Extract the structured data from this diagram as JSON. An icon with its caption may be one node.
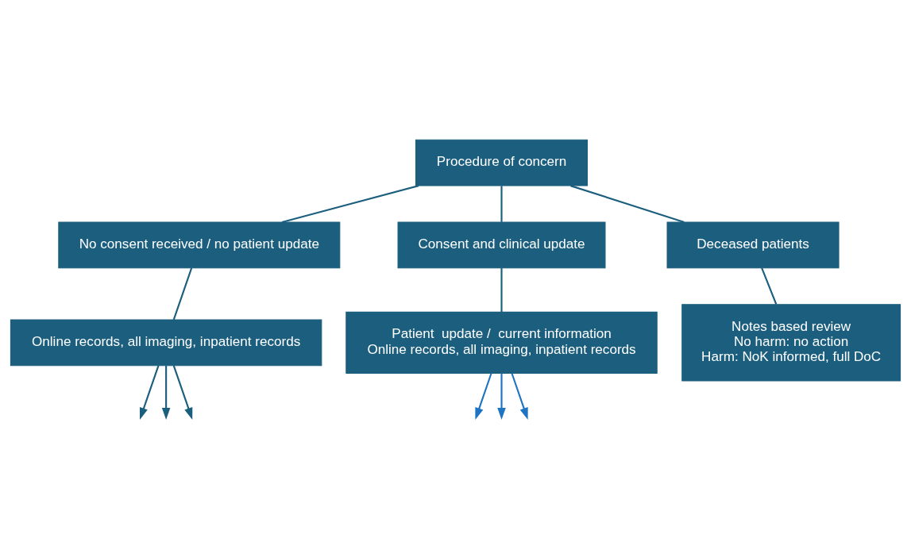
{
  "diagram": {
    "nodes": [
      {
        "text": [
          "Procedure of concern"
        ]
      },
      {
        "text": [
          "No consent received / no patient update"
        ]
      },
      {
        "text": [
          "Consent and clinical update"
        ]
      },
      {
        "text": [
          "Deceased patients"
        ]
      },
      {
        "text": [
          "Online records, all imaging, inpatient records"
        ]
      },
      {
        "text": [
          "Patient  update /  current information",
          "Online records, all imaging, inpatient records"
        ]
      },
      {
        "text": [
          "Notes based review",
          "No harm: no action",
          "Harm: NoK informed, full DoC"
        ]
      }
    ],
    "edges": [
      {
        "from": 0,
        "to": 1,
        "arrow": "none"
      },
      {
        "from": 0,
        "to": 2,
        "arrow": "none"
      },
      {
        "from": 0,
        "to": 3,
        "arrow": "none"
      },
      {
        "from": 1,
        "to": 4,
        "arrow": "none"
      },
      {
        "from": 2,
        "to": 5,
        "arrow": "none"
      },
      {
        "from": 3,
        "to": 6,
        "arrow": "none"
      },
      {
        "from": 4,
        "to": null,
        "arrow": "to"
      },
      {
        "from": 4,
        "to": null,
        "arrow": "to"
      },
      {
        "from": 4,
        "to": null,
        "arrow": "to"
      },
      {
        "from": 5,
        "to": null,
        "arrow": "to",
        "color": "#1f74c2"
      },
      {
        "from": 5,
        "to": null,
        "arrow": "to",
        "color": "#1f74c2"
      },
      {
        "from": 5,
        "to": null,
        "arrow": "to",
        "color": "#1f74c2"
      }
    ]
  }
}
